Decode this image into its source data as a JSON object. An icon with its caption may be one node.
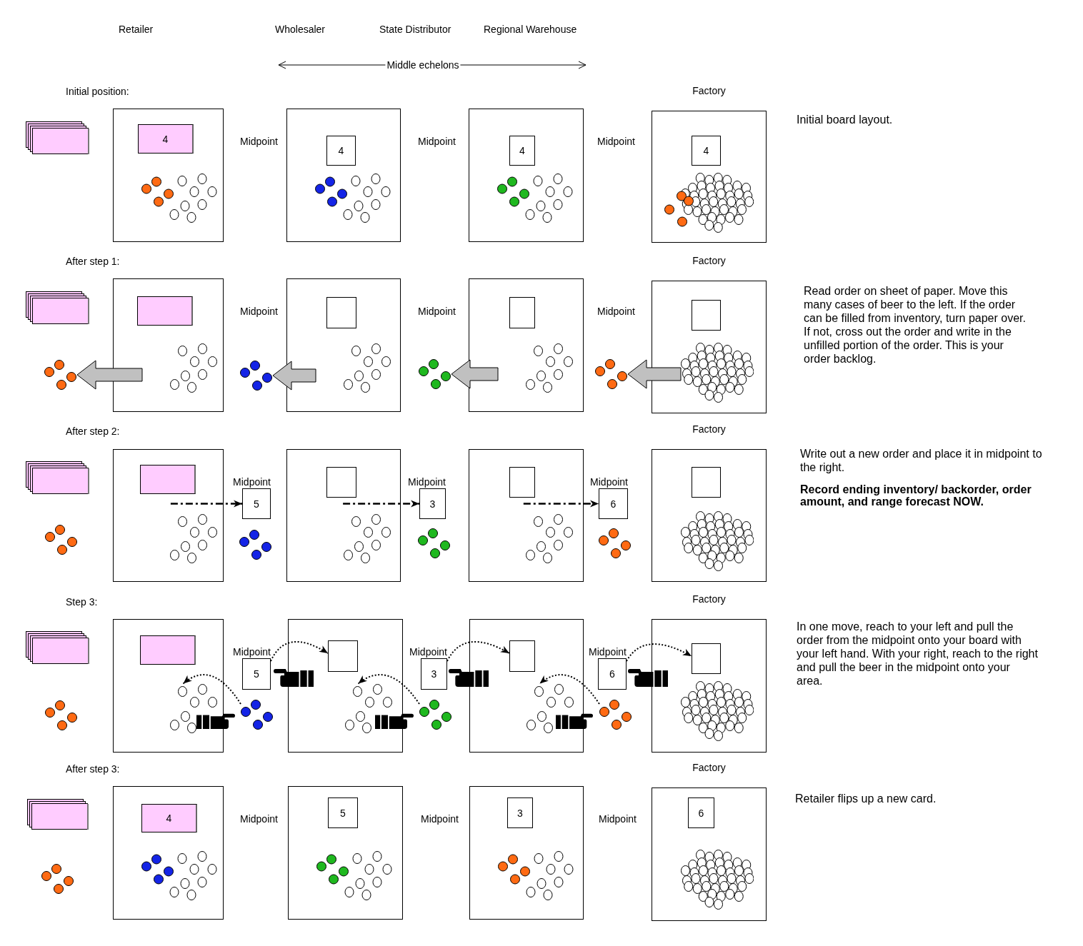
{
  "diagram": {
    "nodes": [
      {
        "text": [],
        "shape": "box"
      },
      {
        "text": [
          "4"
        ],
        "in": 0
      },
      {
        "text": [],
        "shape": "box"
      },
      {
        "text": [
          "4"
        ],
        "in": 2
      },
      {
        "text": [],
        "shape": "box"
      },
      {
        "text": [
          "4"
        ],
        "in": 4
      },
      {
        "text": [
          "Factory"
        ]
      },
      {
        "text": [
          "4"
        ],
        "in": 6
      },
      {
        "text": [],
        "shape": "circle"
      },
      {
        "text": [],
        "shape": "box"
      },
      {
        "text": [],
        "shape": "box",
        "in": 9
      },
      {
        "text": [],
        "shape": "circle"
      },
      {
        "text": [],
        "shape": "box"
      },
      {
        "text": [],
        "shape": "box",
        "in": 12
      },
      {
        "text": [],
        "shape": "circle"
      },
      {
        "text": [],
        "shape": "box"
      },
      {
        "text": [],
        "shape": "box",
        "in": 15
      },
      {
        "text": [],
        "shape": "circle"
      },
      {
        "text": [
          "Factory"
        ]
      },
      {
        "text": [],
        "shape": "box",
        "in": 18
      },
      {
        "text": [],
        "shape": "box"
      },
      {
        "text": [],
        "shape": "box",
        "in": 20
      },
      {
        "text": [
          "5"
        ],
        "beside": [
          "Midpoint"
        ]
      },
      {
        "text": [],
        "shape": "box"
      },
      {
        "text": [],
        "shape": "box",
        "in": 23
      },
      {
        "text": [
          "3"
        ],
        "beside": [
          "Midpoint"
        ]
      },
      {
        "text": [],
        "shape": "box"
      },
      {
        "text": [],
        "shape": "box",
        "in": 26
      },
      {
        "text": [
          "6"
        ],
        "beside": [
          "Midpoint"
        ]
      },
      {
        "text": [
          "Factory"
        ]
      },
      {
        "text": [],
        "shape": "box",
        "in": 29
      },
      {
        "text": [],
        "shape": "box"
      },
      {
        "text": [],
        "shape": "box",
        "in": 31
      },
      {
        "text": [],
        "shape": "circle",
        "in": 31
      },
      {
        "text": [
          "5"
        ],
        "beside": [
          "Midpoint"
        ]
      },
      {
        "text": [],
        "shape": "circle"
      },
      {
        "text": [],
        "shape": "box"
      },
      {
        "text": [],
        "shape": "box",
        "in": 36
      },
      {
        "text": [],
        "shape": "circle",
        "in": 36
      },
      {
        "text": [
          "3"
        ],
        "beside": [
          "Midpoint"
        ]
      },
      {
        "text": [],
        "shape": "circle"
      },
      {
        "text": [],
        "shape": "box"
      },
      {
        "text": [],
        "shape": "box",
        "in": 41
      },
      {
        "text": [],
        "shape": "circle",
        "in": 41
      },
      {
        "text": [
          "6"
        ],
        "beside": [
          "Midpoint"
        ]
      },
      {
        "text": [],
        "shape": "circle"
      },
      {
        "text": [
          "Factory"
        ]
      },
      {
        "text": [],
        "shape": "box",
        "in": 46
      },
      {
        "text": [],
        "shape": "box"
      },
      {
        "text": [
          "4"
        ],
        "in": 48
      },
      {
        "text": [],
        "shape": "box"
      },
      {
        "text": [
          "5"
        ],
        "in": 50
      },
      {
        "text": [],
        "shape": "box"
      },
      {
        "text": [
          "3"
        ],
        "in": 52
      },
      {
        "text": [
          "Factory"
        ]
      },
      {
        "text": [
          "6"
        ],
        "in": 54
      }
    ],
    "edges": [
      {
        "from": 9,
        "to": 8,
        "arrow": "to",
        "style": "thick",
        "color": "#c0c0c0"
      },
      {
        "from": 12,
        "to": 11,
        "arrow": "to",
        "style": "thick",
        "color": "#c0c0c0"
      },
      {
        "from": 15,
        "to": 14,
        "arrow": "to",
        "style": "thick",
        "color": "#c0c0c0"
      },
      {
        "from": 18,
        "to": 17,
        "arrow": "to",
        "style": "thick",
        "color": "#c0c0c0"
      },
      {
        "from": 21,
        "to": 22,
        "arrow": "to",
        "style": "dashed"
      },
      {
        "from": 24,
        "to": 25,
        "arrow": "to",
        "style": "dashed"
      },
      {
        "from": 27,
        "to": 28,
        "arrow": "to",
        "style": "dashed"
      },
      {
        "from": 34,
        "to": 37,
        "arrow": "to",
        "style": "dashed"
      },
      {
        "from": 35,
        "to": 33,
        "arrow": "to",
        "style": "dashed"
      },
      {
        "from": 39,
        "to": 42,
        "arrow": "to",
        "style": "dashed"
      },
      {
        "from": 40,
        "to": 38,
        "arrow": "to",
        "style": "dashed"
      },
      {
        "from": 44,
        "to": 47,
        "arrow": "to",
        "style": "dashed"
      },
      {
        "from": 45,
        "to": 43,
        "arrow": "to",
        "style": "dashed"
      }
    ],
    "labels": [
      "Retailer",
      "Wholesaler",
      "State Distributor",
      "Regional Warehouse",
      "Middle echelons",
      "Initial position:",
      "Midpoint",
      "Midpoint",
      "Midpoint",
      "Initial board layout.",
      "After step 1:",
      "Midpoint",
      "Midpoint",
      "Midpoint",
      "Read order on sheet of paper. Move this many cases of beer to the left. If the order can be filled from inventory, turn paper over. If not, cross out the order and write in the unfilled portion of the order. This is your order backlog.",
      "After step 2:",
      "Write out a new order and place it in midpoint to the right.",
      "Record ending inventory/ backorder, order amount, and range forecast NOW.",
      "Step 3:",
      "In one move, reach to your left and pull the order from the midpoint onto your board with your left hand. With your right, reach to the right and pull the beer in the midpoint onto your area.",
      "After step 3:",
      "Midpoint",
      "Midpoint",
      "Midpoint",
      "Retailer flips up a new card."
    ]
  }
}
